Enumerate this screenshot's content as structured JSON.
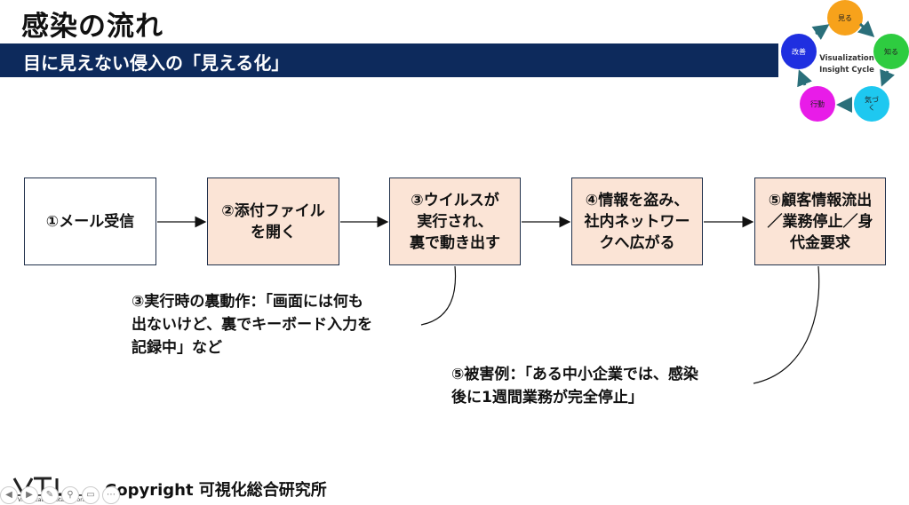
{
  "slide": {
    "title": "感染の流れ",
    "subtitle": "目に見えない侵入の「見える化」"
  },
  "flow": {
    "steps": [
      {
        "label": "①メール受信"
      },
      {
        "label": "②添付ファイル\nを開く"
      },
      {
        "label": "③ウイルスが\n実行され、\n裏で動き出す"
      },
      {
        "label": "④情報を盗み、\n社内ネットワー\nクへ広がる"
      },
      {
        "label": "⑤顧客情報流出\n／業務停止／身\n代金要求"
      }
    ]
  },
  "notes": {
    "note3": "③実行時の裏動作：「画面には何も\n出ないけど、裏でキーボード入力を\n記録中」など",
    "note5": "⑤被害例：「ある中小企業では、感染\n後に1週間業務が完全停止」"
  },
  "cycle": {
    "caption": "Visualization\nInsight Cycle",
    "nodes": [
      {
        "label": "見る",
        "color": "#f7a21b"
      },
      {
        "label": "知る",
        "color": "#2ecc40"
      },
      {
        "label": "気づ\nく",
        "color": "#1ec8f0"
      },
      {
        "label": "行動",
        "color": "#e81ce8"
      },
      {
        "label": "改善",
        "color": "#1f2fe0"
      }
    ]
  },
  "footer": {
    "logo_mark": "VTL",
    "logo_sub": "Visualization Total Laboratory",
    "copyright": "Copyright  可視化総合研究所"
  },
  "colors": {
    "title_bar": "#0d2a5c",
    "box_fill": "#fbe4d6",
    "box_border": "#1f2f4a"
  }
}
